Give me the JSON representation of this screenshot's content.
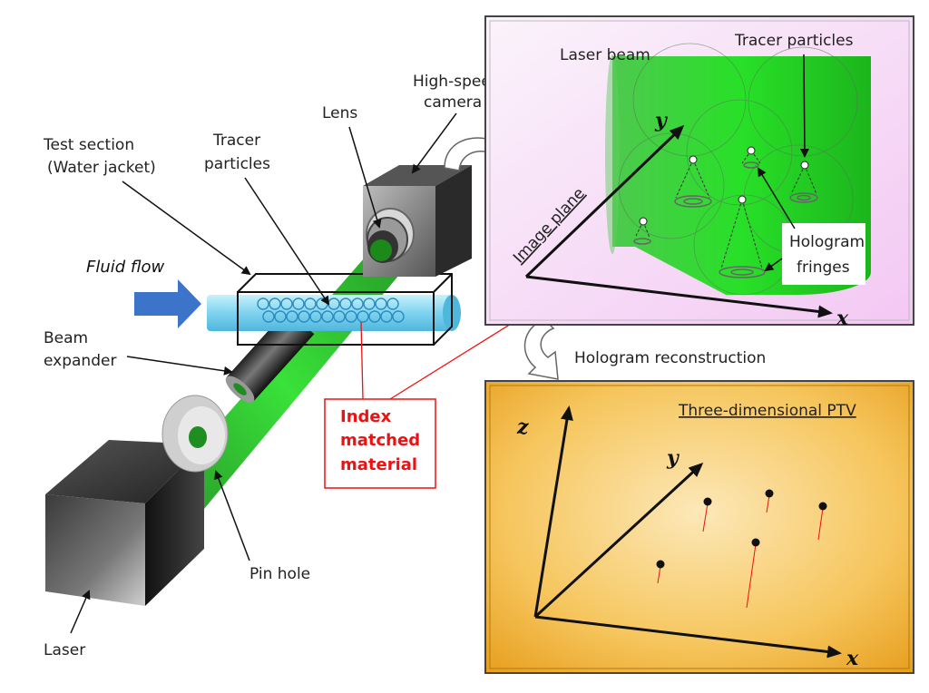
{
  "labels": {
    "high_speed_camera": [
      "High-speed",
      "camera"
    ],
    "lens": "Lens",
    "tracer_particles_left": [
      "Tracer",
      "particles"
    ],
    "test_section": [
      "Test section",
      "(Water jacket)"
    ],
    "fluid_flow": "Fluid flow",
    "beam_expander": [
      "Beam",
      "expander"
    ],
    "index_matched_material": [
      "Index",
      "matched",
      "material"
    ],
    "pin_hole": "Pin hole",
    "laser": "Laser"
  },
  "inset_top": {
    "laser_beam": "Laser beam",
    "tracer_particles": "Tracer particles",
    "image_plane": "Image plane",
    "hologram_fringes": [
      "Hologram",
      "fringes"
    ],
    "axis_x": "x",
    "axis_y": "y"
  },
  "hologram_reconstruction": "Hologram reconstruction",
  "inset_bottom": {
    "title": "Three-dimensional PTV",
    "axis_x": "x",
    "axis_y": "y",
    "axis_z": "z"
  },
  "colors": {
    "beam_green": "#22dd22",
    "index_red": "#ee1111",
    "top_panel_bg": "#f4dcf4",
    "bottom_panel_bg": "#f2b233",
    "fluid_arrow": "#3b74c9",
    "pipe": "#8fdcf4"
  },
  "icons": [
    "curved-arrow-icon",
    "fluid-flow-arrow-icon"
  ]
}
